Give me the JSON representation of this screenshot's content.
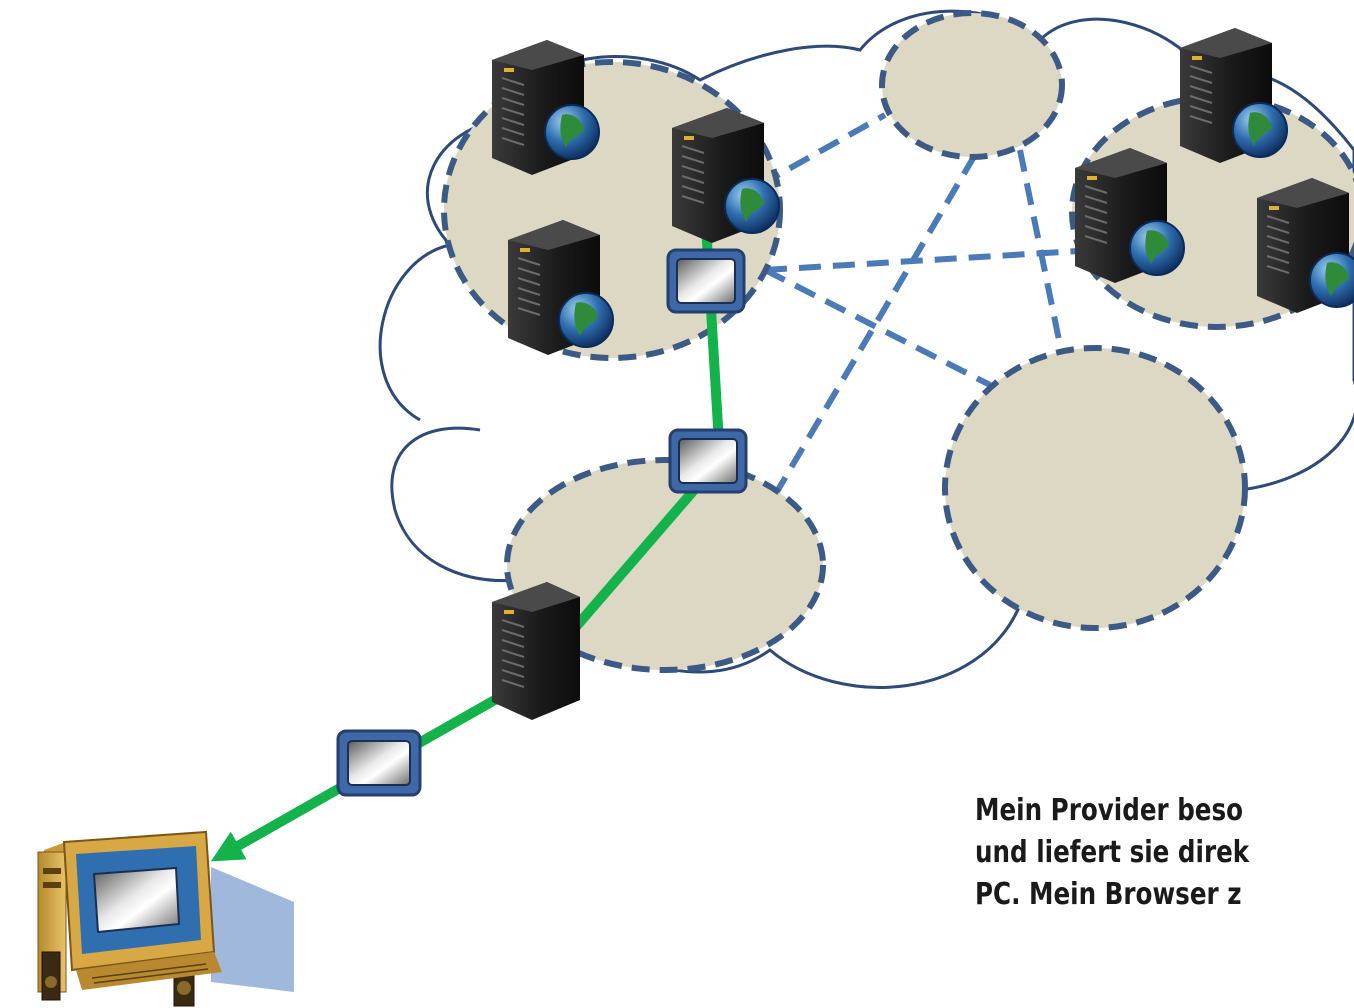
{
  "caption": {
    "line1": "Mein Provider beso",
    "line2": "und liefert sie direk",
    "line3": "PC. Mein Browser z"
  },
  "colors": {
    "cloud_stroke": "#2e4a78",
    "network_fill": "#ddd8c4",
    "network_border": "#3c5a86",
    "link_dashed": "#4a7ab8",
    "route_green": "#13b24a",
    "server_body": "#1f1f1f",
    "router_frame": "#3f68a8"
  },
  "icons": {
    "server": "server-globe-icon",
    "router": "router-icon",
    "client": "desktop-computer-icon"
  }
}
